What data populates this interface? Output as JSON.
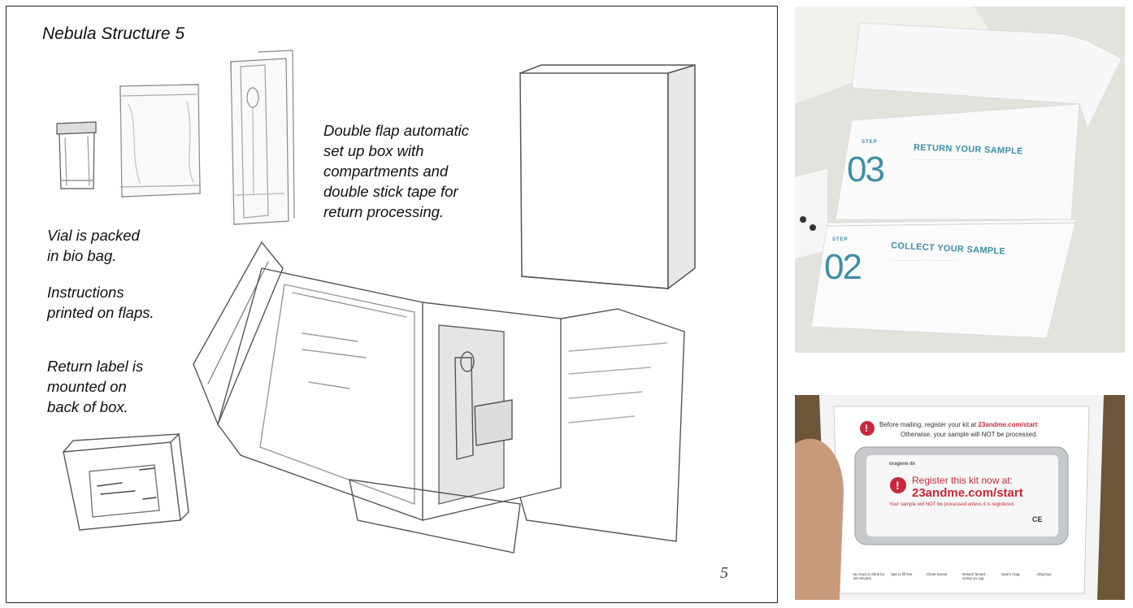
{
  "sketch": {
    "title": "Nebula Structure 5",
    "description": "Double flap automatic\nset up box with\ncompartments and\ndouble stick tape for\nreturn processing.",
    "note_vial": "Vial is packed\nin bio bag.",
    "note_instructions": "Instructions\nprinted on flaps.",
    "note_return": "Return label is\nmounted on\nback of box.",
    "page_number": "5"
  },
  "photo_top": {
    "step3_label": "STEP",
    "step3_number": "03",
    "step3_heading": "RETURN YOUR SAMPLE",
    "step2_label": "STEP",
    "step2_number": "02",
    "step2_heading": "COLLECT YOUR SAMPLE",
    "accent_color": "#3d8fa8"
  },
  "photo_bottom": {
    "banner_line1_prefix": "Before mailing, register your kit at ",
    "banner_line1_url": "23andme.com/start",
    "banner_line2": "Otherwise, your sample will NOT be processed.",
    "brand": "oragene dx",
    "label_heading": "Register this kit now at:",
    "label_url": "23andme.com/start",
    "label_warning": "Your sample will NOT be processed unless it is registered.",
    "ce_mark": "CE",
    "steps": [
      "No food or drink for 30 minutes",
      "Spit to fill line",
      "Close funnel",
      "Detach funnel, screw on cap",
      "Seal in bag",
      "Ship box"
    ],
    "accent_color": "#c8283a"
  }
}
